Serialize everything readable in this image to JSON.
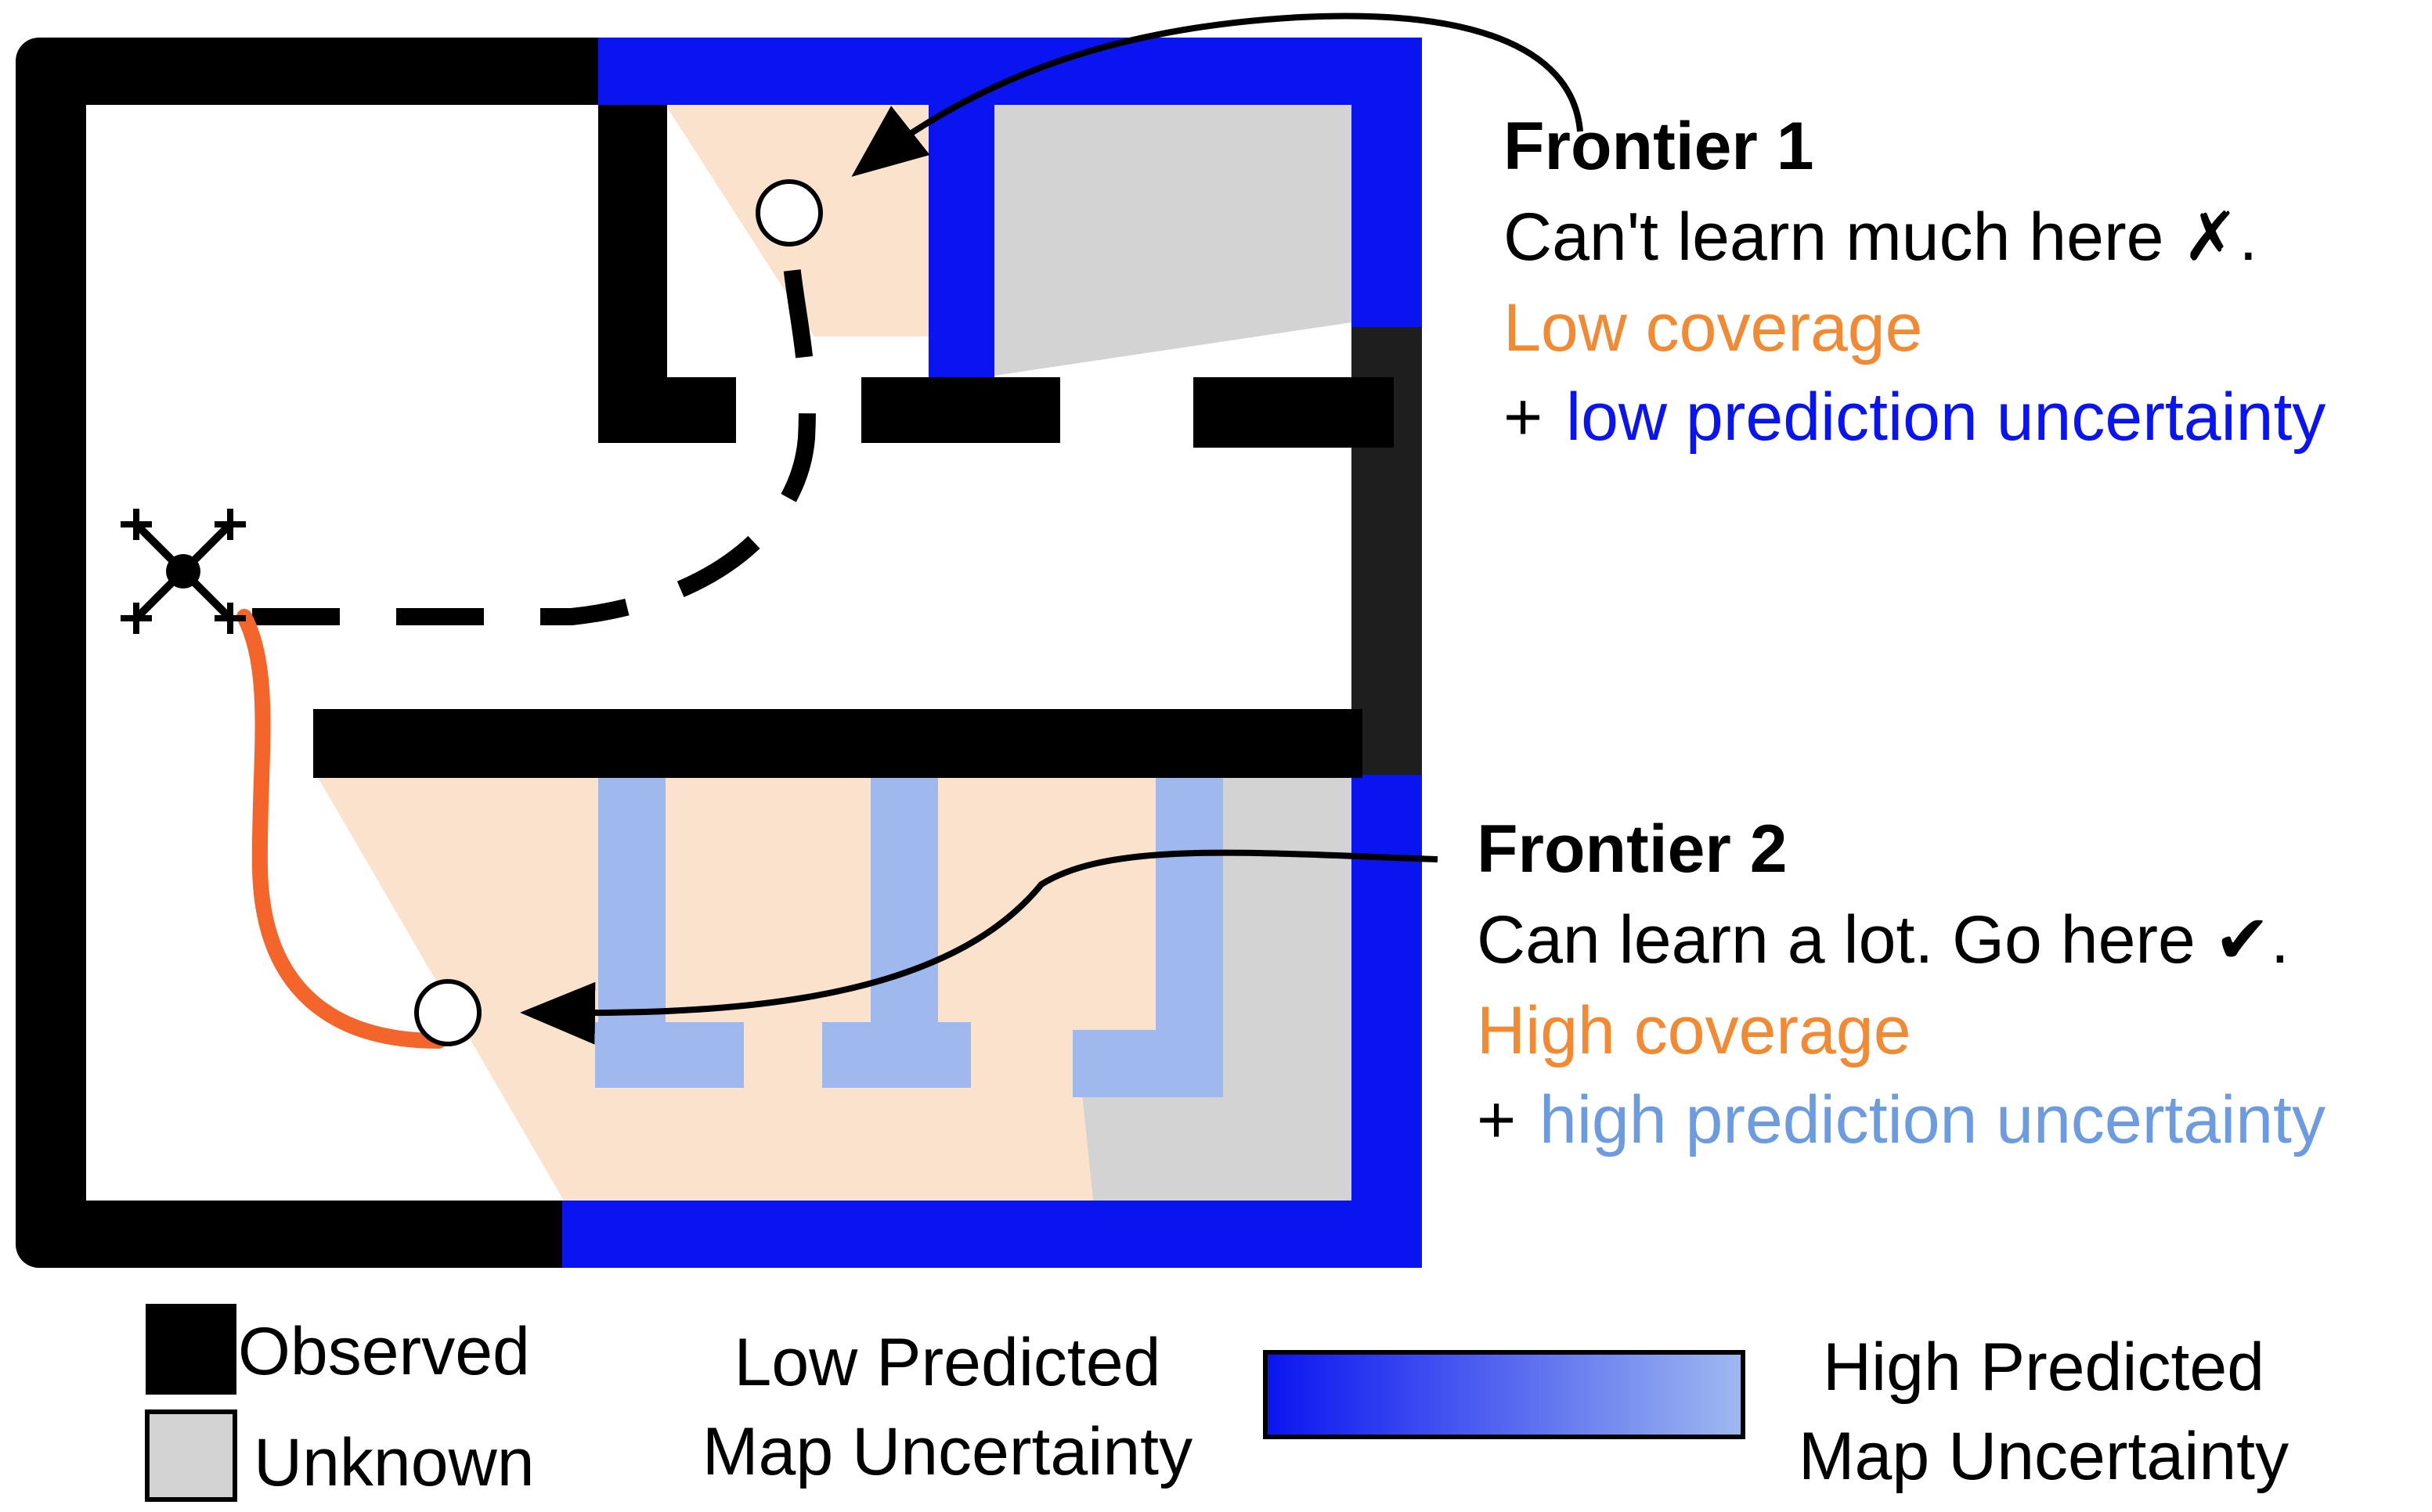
{
  "frontier1": {
    "title": "Frontier 1",
    "description": "Can't learn much here ✗.",
    "coverage": "Low coverage",
    "plus": "+",
    "uncertainty": "low prediction uncertainty"
  },
  "frontier2": {
    "title": "Frontier 2",
    "description": "Can learn a lot. Go here ✔.",
    "coverage": "High coverage",
    "plus": "+",
    "uncertainty": "high prediction uncertainty"
  },
  "legend": {
    "observed": "Observed",
    "unknown": "Unknown",
    "low_line1": "Low Predicted",
    "low_line2": "Map Uncertainty",
    "high_line1": "High Predicted",
    "high_line2": "Map Uncertainty"
  },
  "colors": {
    "observed_wall": "#000000",
    "unknown_area": "#d3d3d3",
    "low_uncertainty_wall": "#0a14f0",
    "high_uncertainty_wall": "#9fb9ef",
    "coverage_cone": "#fbe2cc",
    "coverage_text": "#f28a33",
    "robot_path": "#f4652b",
    "low_uncertainty_text": "#0a14f0",
    "high_uncertainty_text": "#6d9be0"
  },
  "icons": {
    "robot": "drone-icon",
    "frontier_marker": "circle-marker"
  }
}
